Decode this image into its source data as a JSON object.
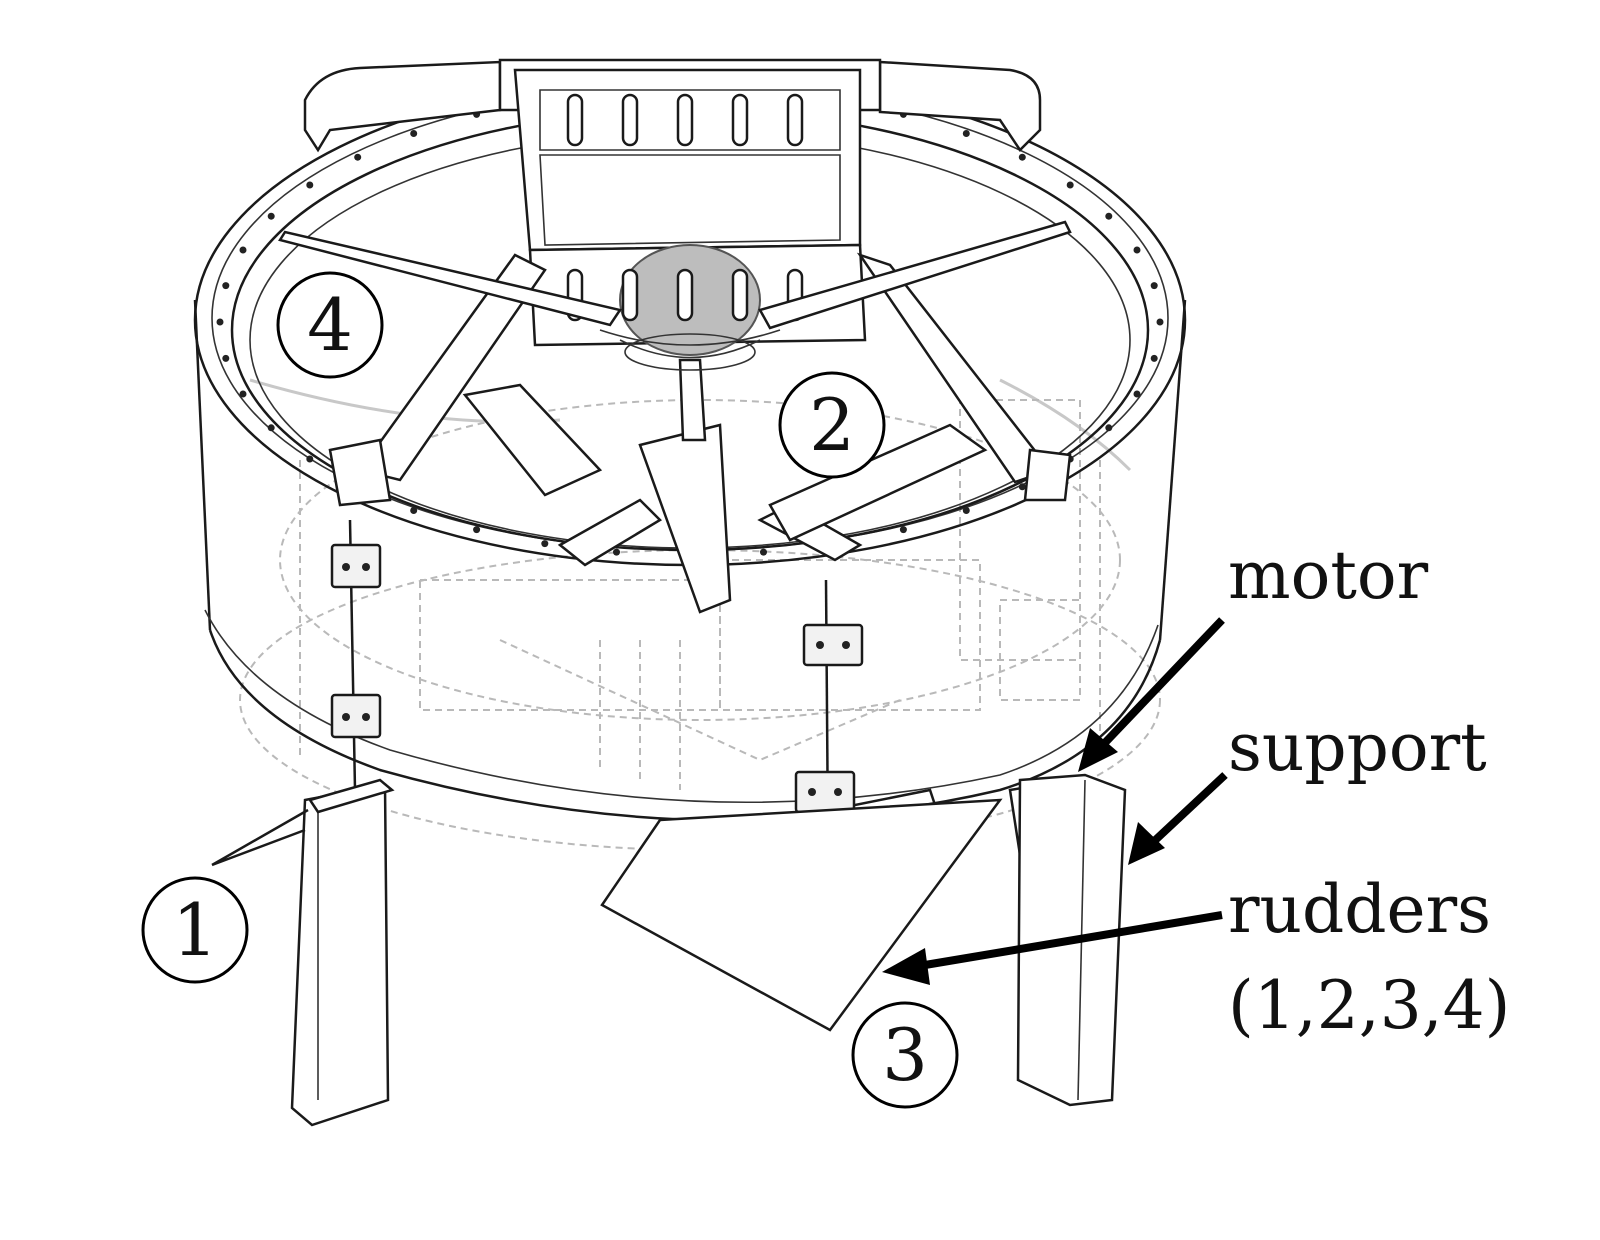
{
  "annotations": {
    "motor": "motor",
    "support": "support",
    "rudders_line1": "rudders",
    "rudders_line2": "(1,2,3,4)"
  },
  "rudder_numbers": [
    "1",
    "2",
    "3",
    "4"
  ],
  "colors": {
    "line": "#1a1a1a",
    "ghost_line": "#b9b9b9",
    "background": "#ffffff"
  }
}
